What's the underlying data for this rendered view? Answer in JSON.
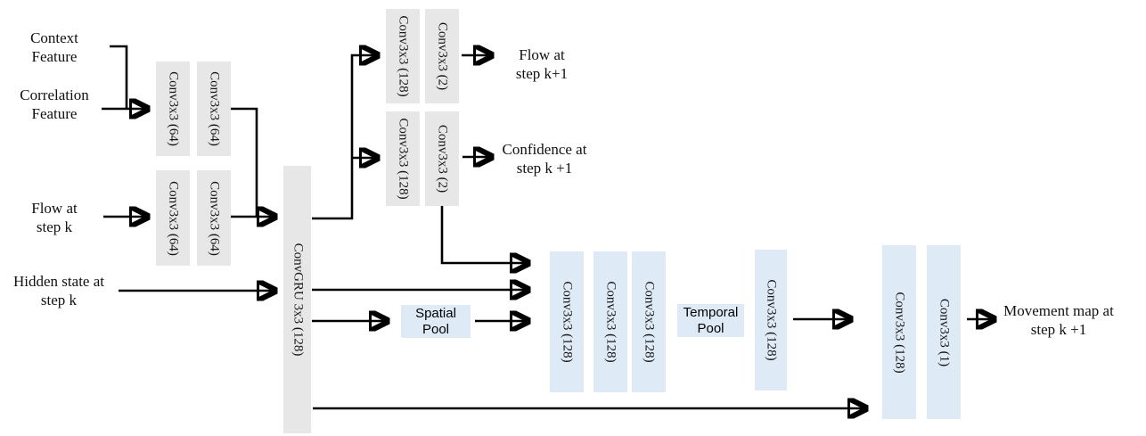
{
  "colors": {
    "background": "#ffffff",
    "block_gray": "#e8e7e7",
    "block_blue": "#deeaf6",
    "arrow": "#000000"
  },
  "labels": {
    "context_feature": "Context\nFeature",
    "correlation_feature": "Correlation\nFeature",
    "flow_step_k": "Flow at\nstep k",
    "hidden_state_step_k": "Hidden state at\nstep k",
    "flow_step_k1": "Flow at\nstep k+1",
    "confidence_step_k1": "Confidence at\nstep k +1",
    "movement_map_step_k1": "Movement map at\nstep k +1"
  },
  "blocks": {
    "enc1a": "Conv3x3 (64)",
    "enc1b": "Conv3x3 (64)",
    "enc2a": "Conv3x3 (64)",
    "enc2b": "Conv3x3 (64)",
    "convgru": "ConvGRU 3x3 (128)",
    "flow_head_conv1": "Conv3x3 (128)",
    "flow_head_conv2": "Conv3x3 (2)",
    "conf_head_conv1": "Conv3x3 (128)",
    "conf_head_conv2": "Conv3x3 (2)",
    "agg_conv1": "Conv3x3 (128)",
    "agg_conv2": "Conv3x3 (128)",
    "agg_conv3": "Conv3x3 (128)",
    "spatial_pool": "Spatial\nPool",
    "temporal_pool": "Temporal\nPool",
    "agg_conv4": "Conv3x3 (128)",
    "out_conv1": "Conv3x3 (128)",
    "out_conv2": "Conv3x3 (1)"
  }
}
